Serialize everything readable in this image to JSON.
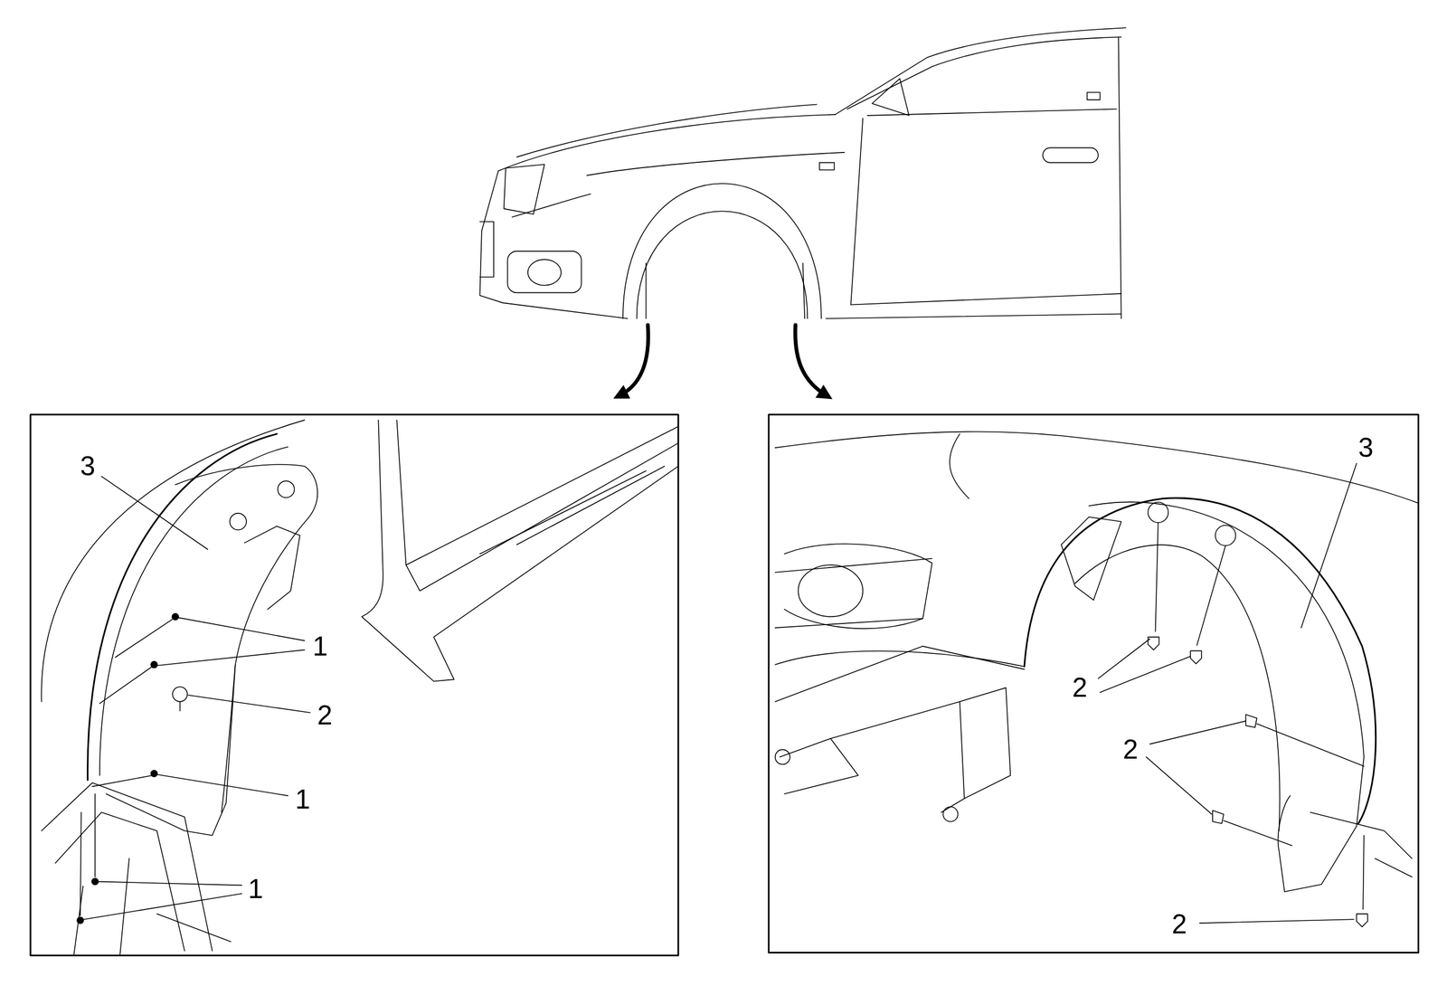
{
  "diagram": {
    "labels": [
      "3",
      "1",
      "2",
      "1",
      "1",
      "3",
      "2",
      "2",
      "2"
    ]
  }
}
